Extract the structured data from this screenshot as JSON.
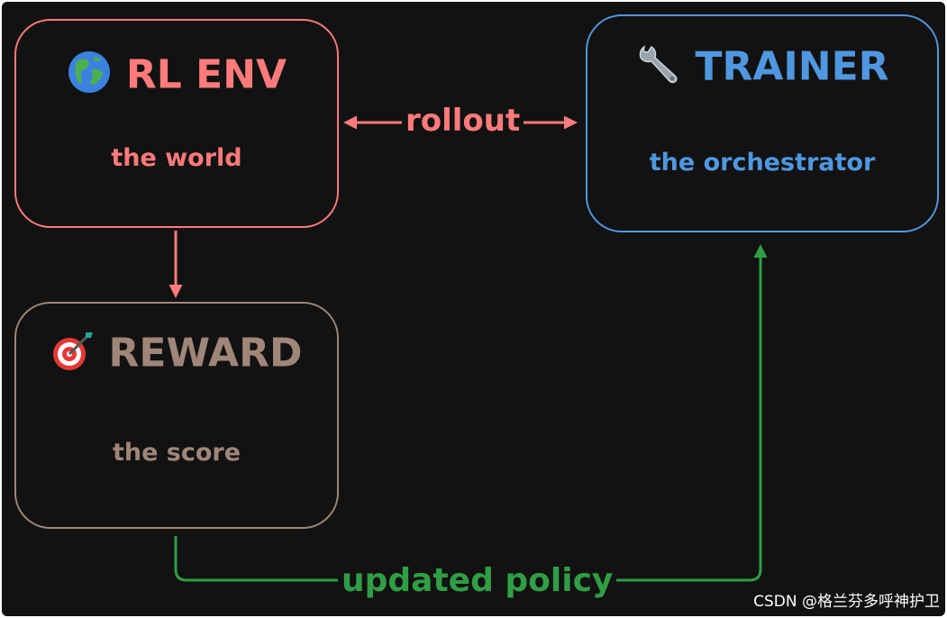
{
  "nodes": {
    "env": {
      "title": "RL ENV",
      "subtitle": "the world",
      "icon": "globe-americas-icon",
      "color": "#ff7a7a"
    },
    "reward": {
      "title": "REWARD",
      "subtitle": "the score",
      "icon": "dart-target-icon",
      "color": "#a08678"
    },
    "trainer": {
      "title": "TRAINER",
      "subtitle": "the orchestrator",
      "icon": "wrench-icon",
      "color": "#4f97e0"
    }
  },
  "edges": {
    "rollout": {
      "label": "rollout",
      "from": "env",
      "to": "trainer",
      "bidirectional": true,
      "color": "#ff7a7a"
    },
    "env_to_reward": {
      "label": "",
      "from": "env",
      "to": "reward",
      "color": "#ff7a7a"
    },
    "policy": {
      "label": "updated policy",
      "from": "reward",
      "to": "trainer",
      "color": "#2f9e44"
    }
  },
  "watermark": "CSDN @格兰芬多呼神护卫",
  "background": "#121212"
}
